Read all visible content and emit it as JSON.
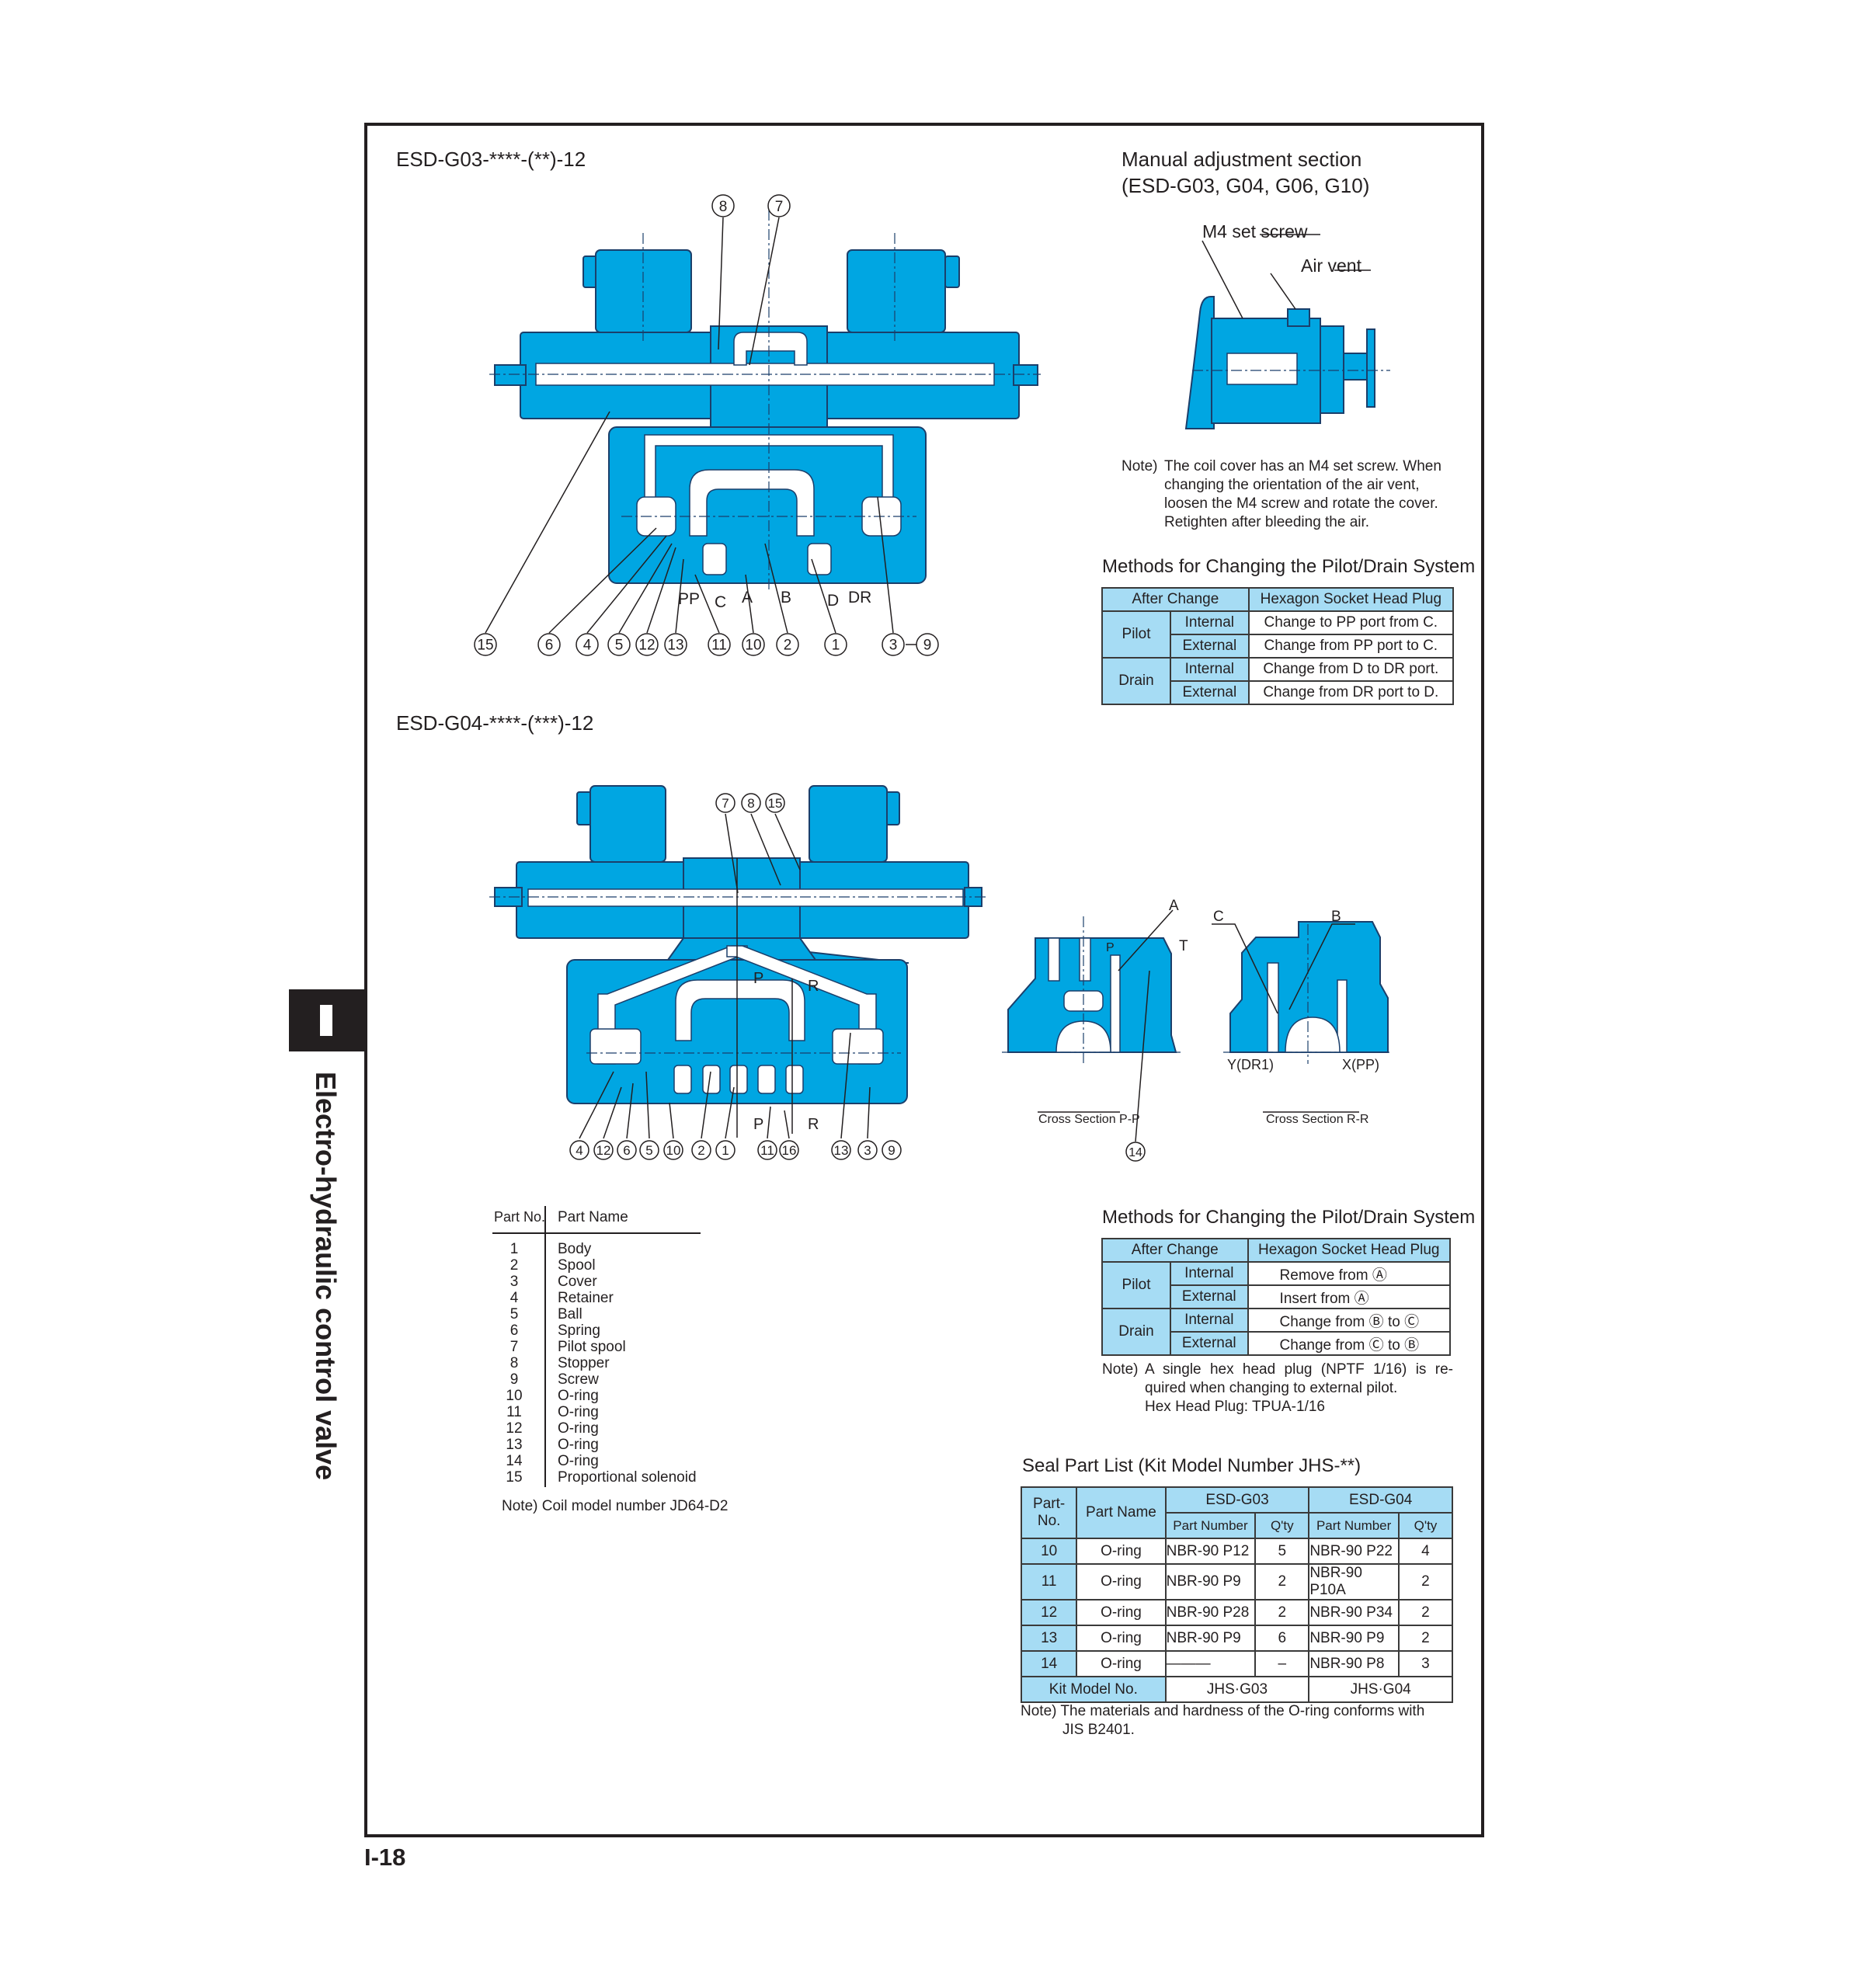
{
  "side_tab": {
    "letter": "I",
    "title": "Electro-hydraulic control valve"
  },
  "page_number": "I-18",
  "diagram1": {
    "title": "ESD-G03-****-(**)-12",
    "callouts_top": [
      "8",
      "7"
    ],
    "callouts_bottom": [
      "15",
      "6",
      "4",
      "5",
      "12",
      "13",
      "11",
      "10",
      "2",
      "1",
      "3",
      "9"
    ],
    "ports": [
      "PP",
      "C",
      "A",
      "B",
      "D",
      "DR"
    ]
  },
  "manual": {
    "title_line1": "Manual adjustment section",
    "title_line2": "(ESD-G03, G04, G06, G10)",
    "label_screw": "M4 set screw",
    "label_vent": "Air vent",
    "note_lead": "Note)",
    "note_lines": [
      "The coil cover has an M4 set screw. When",
      "changing the orientation of the air vent,",
      "loosen the M4 screw and rotate the cover.",
      "Retighten after bleeding the air."
    ]
  },
  "methods1": {
    "title": "Methods for Changing the Pilot/Drain System",
    "header": [
      "After Change",
      "Hexagon Socket Head Plug"
    ],
    "groups": [
      "Pilot",
      "Drain"
    ],
    "modes": [
      "Internal",
      "External",
      "Internal",
      "External"
    ],
    "values": [
      "Change to PP port from C.",
      "Change from PP port to C.",
      "Change from D to DR port.",
      "Change from DR port to D."
    ]
  },
  "diagram2": {
    "title": "ESD-G04-****-(***)-12",
    "callouts_top": [
      "7",
      "8",
      "15"
    ],
    "callouts_bottom": [
      "4",
      "12",
      "6",
      "5",
      "10",
      "2",
      "1",
      "11",
      "16",
      "13",
      "3",
      "9"
    ],
    "section_marks": [
      "P",
      "R",
      "P",
      "R"
    ]
  },
  "cross_sections": {
    "pp_label": "Cross Section P-P",
    "rr_label": "Cross Section R-R",
    "labels": [
      "A",
      "T",
      "P",
      "C",
      "B",
      "Y(DR1)",
      "X(PP)"
    ],
    "callout": "14"
  },
  "parts": {
    "header_no": "Part No.",
    "header_name": "Part Name",
    "rows": [
      {
        "no": "1",
        "name": "Body"
      },
      {
        "no": "2",
        "name": "Spool"
      },
      {
        "no": "3",
        "name": "Cover"
      },
      {
        "no": "4",
        "name": "Retainer"
      },
      {
        "no": "5",
        "name": "Ball"
      },
      {
        "no": "6",
        "name": "Spring"
      },
      {
        "no": "7",
        "name": "Pilot spool"
      },
      {
        "no": "8",
        "name": "Stopper"
      },
      {
        "no": "9",
        "name": "Screw"
      },
      {
        "no": "10",
        "name": "O-ring"
      },
      {
        "no": "11",
        "name": "O-ring"
      },
      {
        "no": "12",
        "name": "O-ring"
      },
      {
        "no": "13",
        "name": "O-ring"
      },
      {
        "no": "14",
        "name": "O-ring"
      },
      {
        "no": "15",
        "name": "Proportional solenoid"
      }
    ],
    "note": "Note) Coil model number JD64-D2"
  },
  "methods2": {
    "title": "Methods for Changing the Pilot/Drain System",
    "header": [
      "After Change",
      "Hexagon Socket Head Plug"
    ],
    "groups": [
      "Pilot",
      "Drain"
    ],
    "modes": [
      "Internal",
      "External",
      "Internal",
      "External"
    ],
    "values": [
      "Remove from Ⓐ",
      "Insert from Ⓐ",
      "Change from Ⓑ to Ⓒ",
      "Change from Ⓒ to Ⓑ"
    ],
    "note_lead": "Note)",
    "note_lines": [
      "A single hex head plug (NPTF 1/16) is re-",
      "quired when changing to external pilot.",
      "Hex Head Plug: TPUA-1/16"
    ]
  },
  "seal": {
    "title": "Seal Part List (Kit Model Number JHS-**)",
    "h_partno": "Part-No.",
    "h_partname": "Part Name",
    "h_g03": "ESD-G03",
    "h_g04": "ESD-G04",
    "h_pn": "Part Number",
    "h_qty": "Q'ty",
    "rows": [
      {
        "no": "10",
        "name": "O-ring",
        "g03_pn": "NBR-90 P12",
        "g03_qty": "5",
        "g04_pn": "NBR-90 P22",
        "g04_qty": "4"
      },
      {
        "no": "11",
        "name": "O-ring",
        "g03_pn": "NBR-90 P9",
        "g03_qty": "2",
        "g04_pn": "NBR-90 P10A",
        "g04_qty": "2"
      },
      {
        "no": "12",
        "name": "O-ring",
        "g03_pn": "NBR-90 P28",
        "g03_qty": "2",
        "g04_pn": "NBR-90 P34",
        "g04_qty": "2"
      },
      {
        "no": "13",
        "name": "O-ring",
        "g03_pn": "NBR-90 P9",
        "g03_qty": "6",
        "g04_pn": "NBR-90 P9",
        "g04_qty": "2"
      },
      {
        "no": "14",
        "name": "O-ring",
        "g03_pn": "———",
        "g03_qty": "–",
        "g04_pn": "NBR-90 P8",
        "g04_qty": "3"
      }
    ],
    "kit_label": "Kit Model No.",
    "kit_g03": "JHS·G03",
    "kit_g04": "JHS·G04",
    "note_line1": "Note) The materials and hardness of the O-ring conforms with",
    "note_line2": "JIS B2401."
  },
  "colors": {
    "body_blue": "#00a6e2",
    "table_blue": "#a6dcf4",
    "ink": "#231f20"
  }
}
